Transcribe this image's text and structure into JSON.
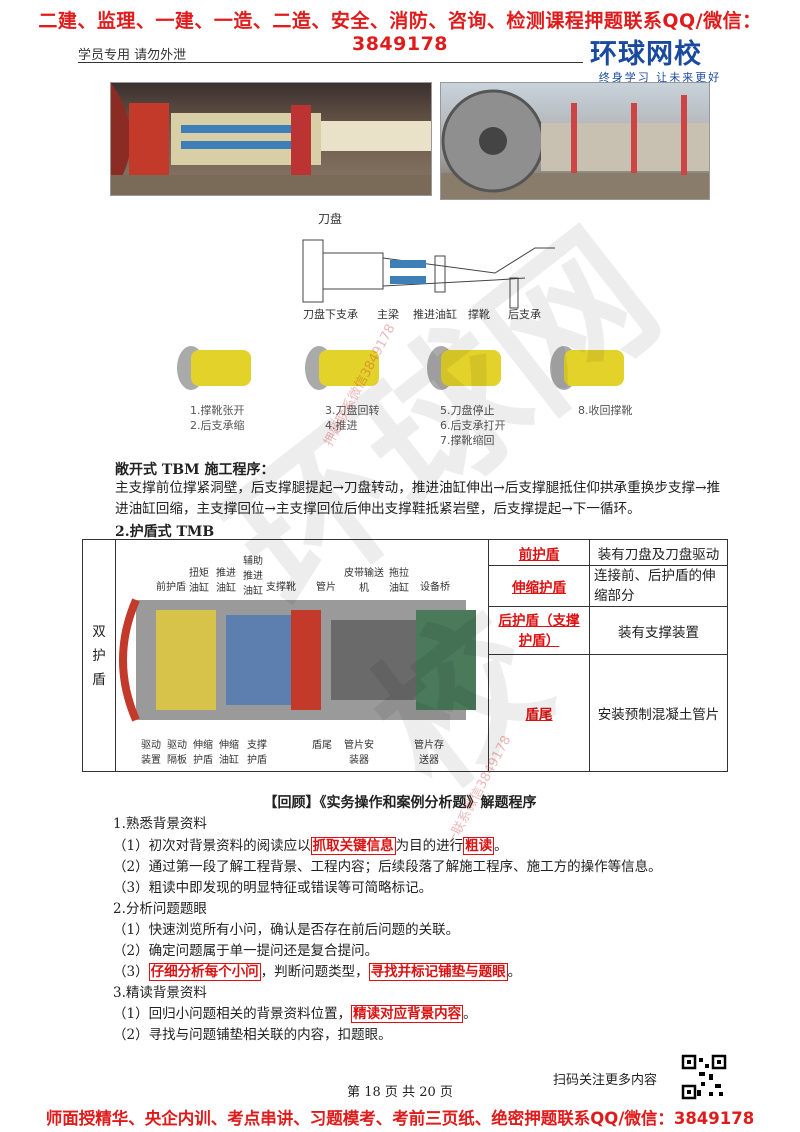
{
  "header": {
    "top_banner": "二建、监理、一建、一造、二造、安全、消防、咨询、检测课程押题联系QQ/微信：3849178",
    "student_note": "学员专用 请勿外泄",
    "logo_main": "环球网校",
    "logo_sub": "终身学习 让未来更好"
  },
  "figure_labels": {
    "cutter_head": "刀盘",
    "parts": [
      "刀盘下支承",
      "主梁",
      "推进油缸",
      "撑靴",
      "后支承"
    ],
    "step_captions": [
      [
        "1.撑靴张开",
        "2.后支承缩"
      ],
      [
        "3.刀盘回转",
        "4.推进"
      ],
      [
        "5.刀盘停止",
        "6.后支承打开",
        "7.撑靴缩回"
      ],
      [
        "8.收回撑靴"
      ]
    ]
  },
  "open_tbm": {
    "title": "敞开式 TBM 施工程序：",
    "text": "主支撑前位撑紧洞壁，后支撑腿提起→刀盘转动，推进油缸伸出→后支撑腿抵住仰拱承重换步支撑→推进油缸回缩，主支撑回位→主支撑回位后伸出支撑鞋抵紧岩壁，后支撑提起→下一循环。"
  },
  "shield_tbm": {
    "title": "2.护盾式 TMB",
    "row_header": "双护盾",
    "image_labels_top": [
      "前护盾",
      "扭矩油缸",
      "推进油缸",
      "辅助推进油缸",
      "支撑靴",
      "管片",
      "皮带输送机",
      "拖拉油缸",
      "设备桥"
    ],
    "image_labels_bottom": [
      "驱动装置",
      "驱动隔板",
      "伸缩护盾",
      "伸缩油缸",
      "支撑护盾",
      "盾尾",
      "管片安装器",
      "管片存送器"
    ],
    "rows": [
      {
        "name": "前护盾",
        "desc": "装有刀盘及刀盘驱动"
      },
      {
        "name": "伸缩护盾",
        "desc": "连接前、后护盾的伸缩部分"
      },
      {
        "name": "后护盾（支撑护盾）",
        "desc": "装有支撑装置"
      },
      {
        "name": "盾尾",
        "desc": "安装预制混凝土管片"
      }
    ]
  },
  "review": {
    "title": "【回顾】《实务操作和案例分析题》解题程序",
    "s1": "1.熟悉背景资料",
    "s1_1_pre": "（1）初次对背景资料的阅读应以",
    "s1_1_box1": "抓取关键信息",
    "s1_1_mid": "为目的进行",
    "s1_1_box2": "粗读",
    "s1_1_end": "。",
    "s1_2": "（2）通过第一段了解工程背景、工程内容；后续段落了解施工程序、施工方的操作等信息。",
    "s1_3": "（3）粗读中即发现的明显特征或错误等可简略标记。",
    "s2": "2.分析问题题眼",
    "s2_1": "（1）快速浏览所有小问，确认是否存在前后问题的关联。",
    "s2_2": "（2）确定问题属于单一提问还是复合提问。",
    "s2_3_pre": "（3）",
    "s2_3_box1": "仔细分析每个小问",
    "s2_3_mid": "，判断问题类型，",
    "s2_3_box2": "寻找并标记铺垫与题眼",
    "s2_3_end": "。",
    "s3": "3.精读背景资料",
    "s3_1_pre": "（1）回归小问题相关的背景资料位置，",
    "s3_1_box": "精读对应背景内容",
    "s3_1_end": "。",
    "s3_2": "（2）寻找与问题铺垫相关联的内容，扣题眼。"
  },
  "footer": {
    "qr_caption": "扫码关注更多内容",
    "page_number": "第 18 页 共 20 页",
    "bottom_banner": "师面授精华、央企内训、考点串讲、习题模考、考前三页纸、绝密押题联系QQ/微信：3849178"
  },
  "watermarks": {
    "contact": "押题联系微信3849178",
    "contact2": "一联系微信3849178",
    "big": "环球网校"
  }
}
